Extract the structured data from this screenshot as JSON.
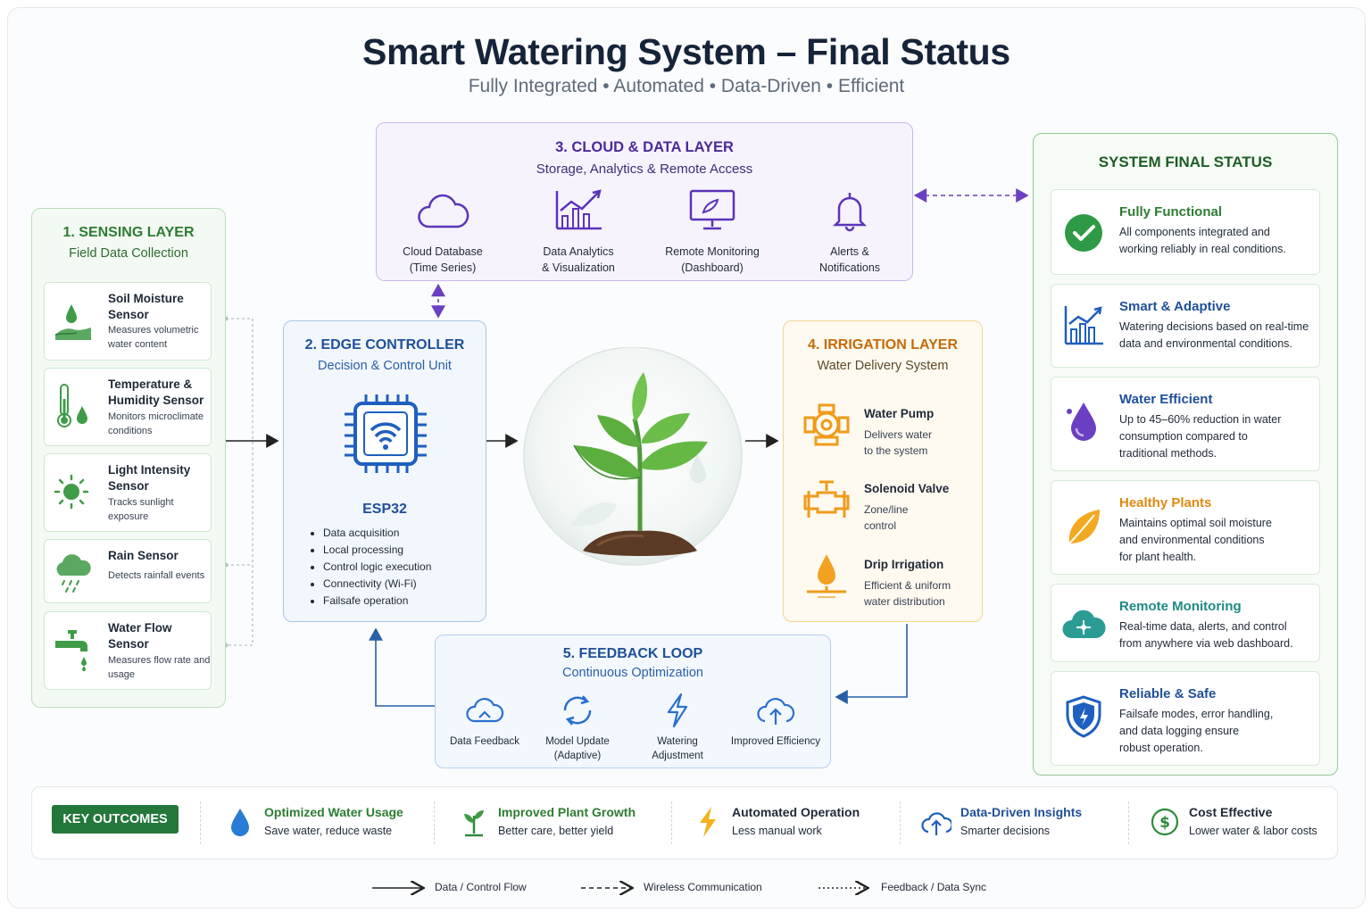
{
  "header": {
    "title": "Smart Watering System – Final Status",
    "subtitle": "Fully Integrated • Automated • Data-Driven • Efficient"
  },
  "sensing": {
    "title": "1. SENSING LAYER",
    "subtitle": "Field Data Collection",
    "sensors": [
      {
        "name": "Soil Moisture Sensor",
        "desc": "Measures volumetric water content",
        "icon": "soil-moisture-icon"
      },
      {
        "name": "Temperature & Humidity Sensor",
        "desc": "Monitors microclimate conditions",
        "icon": "thermometer-icon"
      },
      {
        "name": "Light Intensity Sensor",
        "desc": "Tracks sunlight exposure",
        "icon": "sun-icon"
      },
      {
        "name": "Rain Sensor",
        "desc": "Detects rainfall events",
        "icon": "rain-cloud-icon"
      },
      {
        "name": "Water Flow Sensor",
        "desc": "Measures flow rate and usage",
        "icon": "faucet-icon"
      }
    ]
  },
  "edge": {
    "title": "2. EDGE CONTROLLER",
    "subtitle": "Decision & Control Unit",
    "chip": "ESP32",
    "features": [
      "Data acquisition",
      "Local processing",
      "Control logic execution",
      "Connectivity (Wi-Fi)",
      "Failsafe operation"
    ]
  },
  "cloud": {
    "title": "3. CLOUD & DATA LAYER",
    "subtitle": "Storage, Analytics & Remote Access",
    "items": [
      {
        "line1": "Cloud Database",
        "line2": "(Time Series)",
        "icon": "cloud-icon"
      },
      {
        "line1": "Data Analytics",
        "line2": "& Visualization",
        "icon": "analytics-chart-icon"
      },
      {
        "line1": "Remote Monitoring",
        "line2": "(Dashboard)",
        "icon": "monitor-icon"
      },
      {
        "line1": "Alerts &",
        "line2": "Notifications",
        "icon": "bell-icon"
      }
    ]
  },
  "irrigation": {
    "title": "4. IRRIGATION LAYER",
    "subtitle": "Water Delivery System",
    "items": [
      {
        "name": "Water Pump",
        "line1": "Delivers water",
        "line2": "to the system",
        "icon": "pump-icon"
      },
      {
        "name": "Solenoid Valve",
        "line1": "Zone/line",
        "line2": "control",
        "icon": "valve-icon"
      },
      {
        "name": "Drip Irrigation",
        "line1": "Efficient & uniform",
        "line2": "water distribution",
        "icon": "drip-icon"
      }
    ]
  },
  "feedback": {
    "title": "5. FEEDBACK LOOP",
    "subtitle": "Continuous Optimization",
    "items": [
      {
        "line1": "Data Feedback",
        "line2": "",
        "icon": "feedback-cloud-icon"
      },
      {
        "line1": "Model Update",
        "line2": "(Adaptive)",
        "icon": "refresh-icon"
      },
      {
        "line1": "Watering",
        "line2": "Adjustment",
        "icon": "lightning-icon"
      },
      {
        "line1": "Improved Efficiency",
        "line2": "",
        "icon": "cloud-upload-icon"
      }
    ]
  },
  "status": {
    "title": "SYSTEM FINAL STATUS",
    "cards": [
      {
        "name": "Fully Functional",
        "line1": "All components integrated and",
        "line2": "working reliably in real conditions.",
        "line3": "",
        "color": "#2e7d32",
        "icon": "check-circle-icon"
      },
      {
        "name": "Smart & Adaptive",
        "line1": "Watering decisions based on real-time",
        "line2": "data and environmental conditions.",
        "line3": "",
        "color": "#1f4f99",
        "icon": "growth-chart-icon"
      },
      {
        "name": "Water Efficient",
        "line1": "Up to 45–60% reduction in water",
        "line2": "consumption compared to",
        "line3": "traditional methods.",
        "color": "#1f4f99",
        "icon": "water-drop-icon"
      },
      {
        "name": "Healthy Plants",
        "line1": "Maintains optimal soil moisture",
        "line2": "and environmental conditions",
        "line3": "for plant health.",
        "color": "#e08a12",
        "icon": "leaf-icon"
      },
      {
        "name": "Remote Monitoring",
        "line1": "Real-time data, alerts, and control",
        "line2": "from anywhere via web dashboard.",
        "line3": "",
        "color": "#1e8a84",
        "icon": "cloud-network-icon"
      },
      {
        "name": "Reliable & Safe",
        "line1": "Failsafe modes, error handling,",
        "line2": "and data logging ensure",
        "line3": "robust operation.",
        "color": "#1f4f99",
        "icon": "shield-icon"
      }
    ]
  },
  "outcomes": {
    "label": "KEY OUTCOMES",
    "items": [
      {
        "name": "Optimized Water Usage",
        "desc": "Save water, reduce waste",
        "color": "#2e7d32",
        "icon": "water-drop-icon"
      },
      {
        "name": "Improved Plant Growth",
        "desc": "Better care, better yield",
        "color": "#2e7d32",
        "icon": "sprout-icon"
      },
      {
        "name": "Automated Operation",
        "desc": "Less manual work",
        "color": "#1f2937",
        "icon": "lightning-icon"
      },
      {
        "name": "Data-Driven Insights",
        "desc": "Smarter decisions",
        "color": "#1f4f99",
        "icon": "cloud-upload-icon"
      },
      {
        "name": "Cost Effective",
        "desc": "Lower water & labor costs",
        "color": "#1f2937",
        "icon": "dollar-icon"
      }
    ]
  },
  "legend": {
    "solid": "Data / Control Flow",
    "dashed": "Wireless Communication",
    "dotted": "Feedback / Data Sync"
  },
  "colors": {
    "green": "#2e7d32",
    "blue": "#1f4f99",
    "purple": "#4b2a9a",
    "orange": "#e08a12"
  }
}
